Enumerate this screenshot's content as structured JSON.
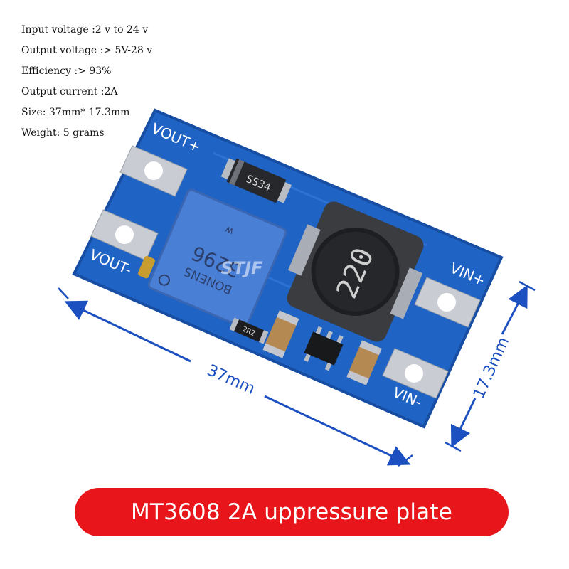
{
  "specs": [
    "Input voltage :2 v to 24 v",
    "Output voltage :> 5V-28 v",
    "Efficiency :> 93%",
    "Output current :2A",
    "Size: 37mm* 17.3mm",
    "Weight: 5 grams"
  ],
  "board": {
    "pad_labels": {
      "vout_plus": "VOUT+",
      "vout_minus": "VOUT-",
      "vin_plus": "VIN+",
      "vin_minus": "VIN-"
    },
    "diode_marking": "SS34",
    "inductor_marking": "220",
    "pot_marking": "3296",
    "pot_brand": "BONENS",
    "pot_small": "w",
    "resistor_marking": "2R2",
    "watermark": "STJF",
    "pcb_color": "#1f63c4",
    "pot_color": "#4a7fd6"
  },
  "dimensions": {
    "width_label": "37mm",
    "height_label": "17.3mm",
    "line_color": "#1c4fc0"
  },
  "banner": {
    "text": "MT3608 2A uppressure plate",
    "color": "#e8161b"
  }
}
